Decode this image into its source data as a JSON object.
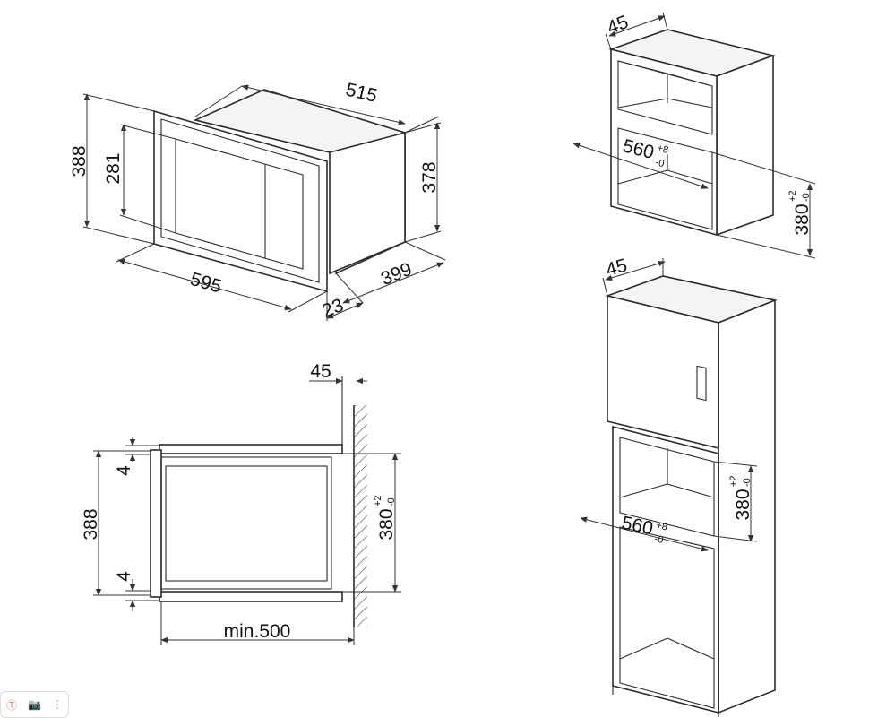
{
  "dimensions": {
    "overall_height": "388",
    "door_window_height": "281",
    "depth_top": "515",
    "body_height": "378",
    "width": "595",
    "depth": "399",
    "door_thickness": "23",
    "gap_top_right": "45",
    "niche_width": "560",
    "niche_width_tol_plus": "+8",
    "niche_width_tol_minus": "-0",
    "niche_height": "380",
    "niche_height_tol_plus": "+2",
    "niche_height_tol_minus": "-0",
    "side_gap": "4",
    "min_depth": "min.500"
  },
  "toolbar": {
    "icons": [
      "text-icon",
      "camera-icon",
      "more-icon"
    ],
    "accent_color": "#e57373"
  }
}
